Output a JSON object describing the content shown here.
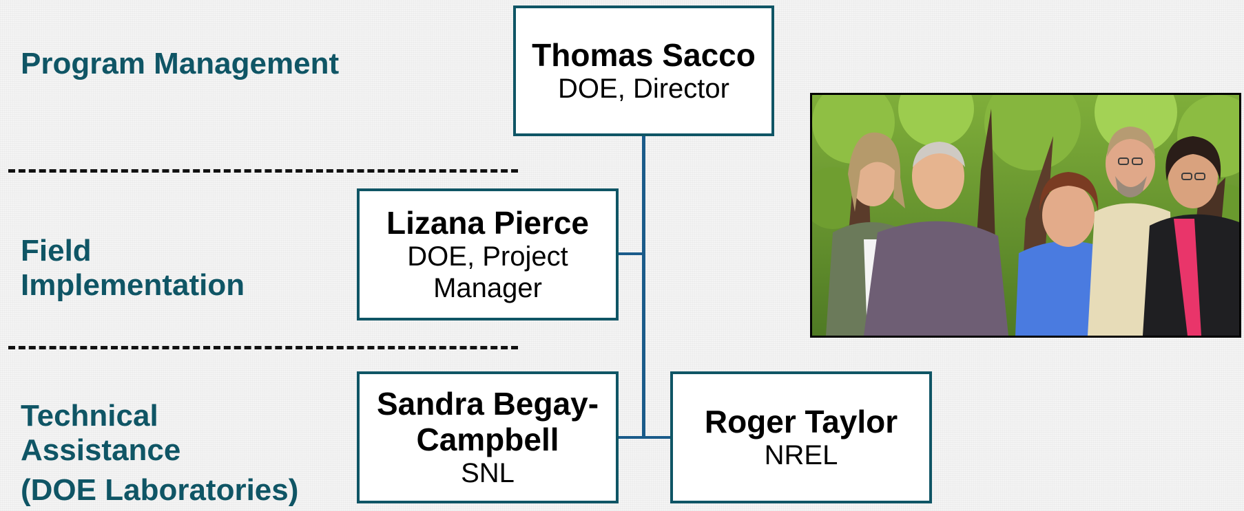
{
  "sections": {
    "program": [
      "Program Management"
    ],
    "field": [
      "Field",
      "Implementation"
    ],
    "technical": [
      "Technical",
      "Assistance",
      "(DOE Laboratories)"
    ]
  },
  "nodes": {
    "sacco": {
      "name": "Thomas Sacco",
      "role": [
        "DOE, Director"
      ]
    },
    "pierce": {
      "name": "Lizana Pierce",
      "role": [
        "DOE, Project",
        "Manager"
      ]
    },
    "begay": {
      "name": [
        "Sandra Begay-",
        "Campbell"
      ],
      "role": [
        "SNL"
      ]
    },
    "taylor": {
      "name": "Roger Taylor",
      "role": [
        "NREL"
      ]
    }
  },
  "colors": {
    "label": "#0f5565",
    "box_border": "#0f5565",
    "connector": "#1a5b8a"
  },
  "photo": {
    "icon": "team-photo"
  }
}
